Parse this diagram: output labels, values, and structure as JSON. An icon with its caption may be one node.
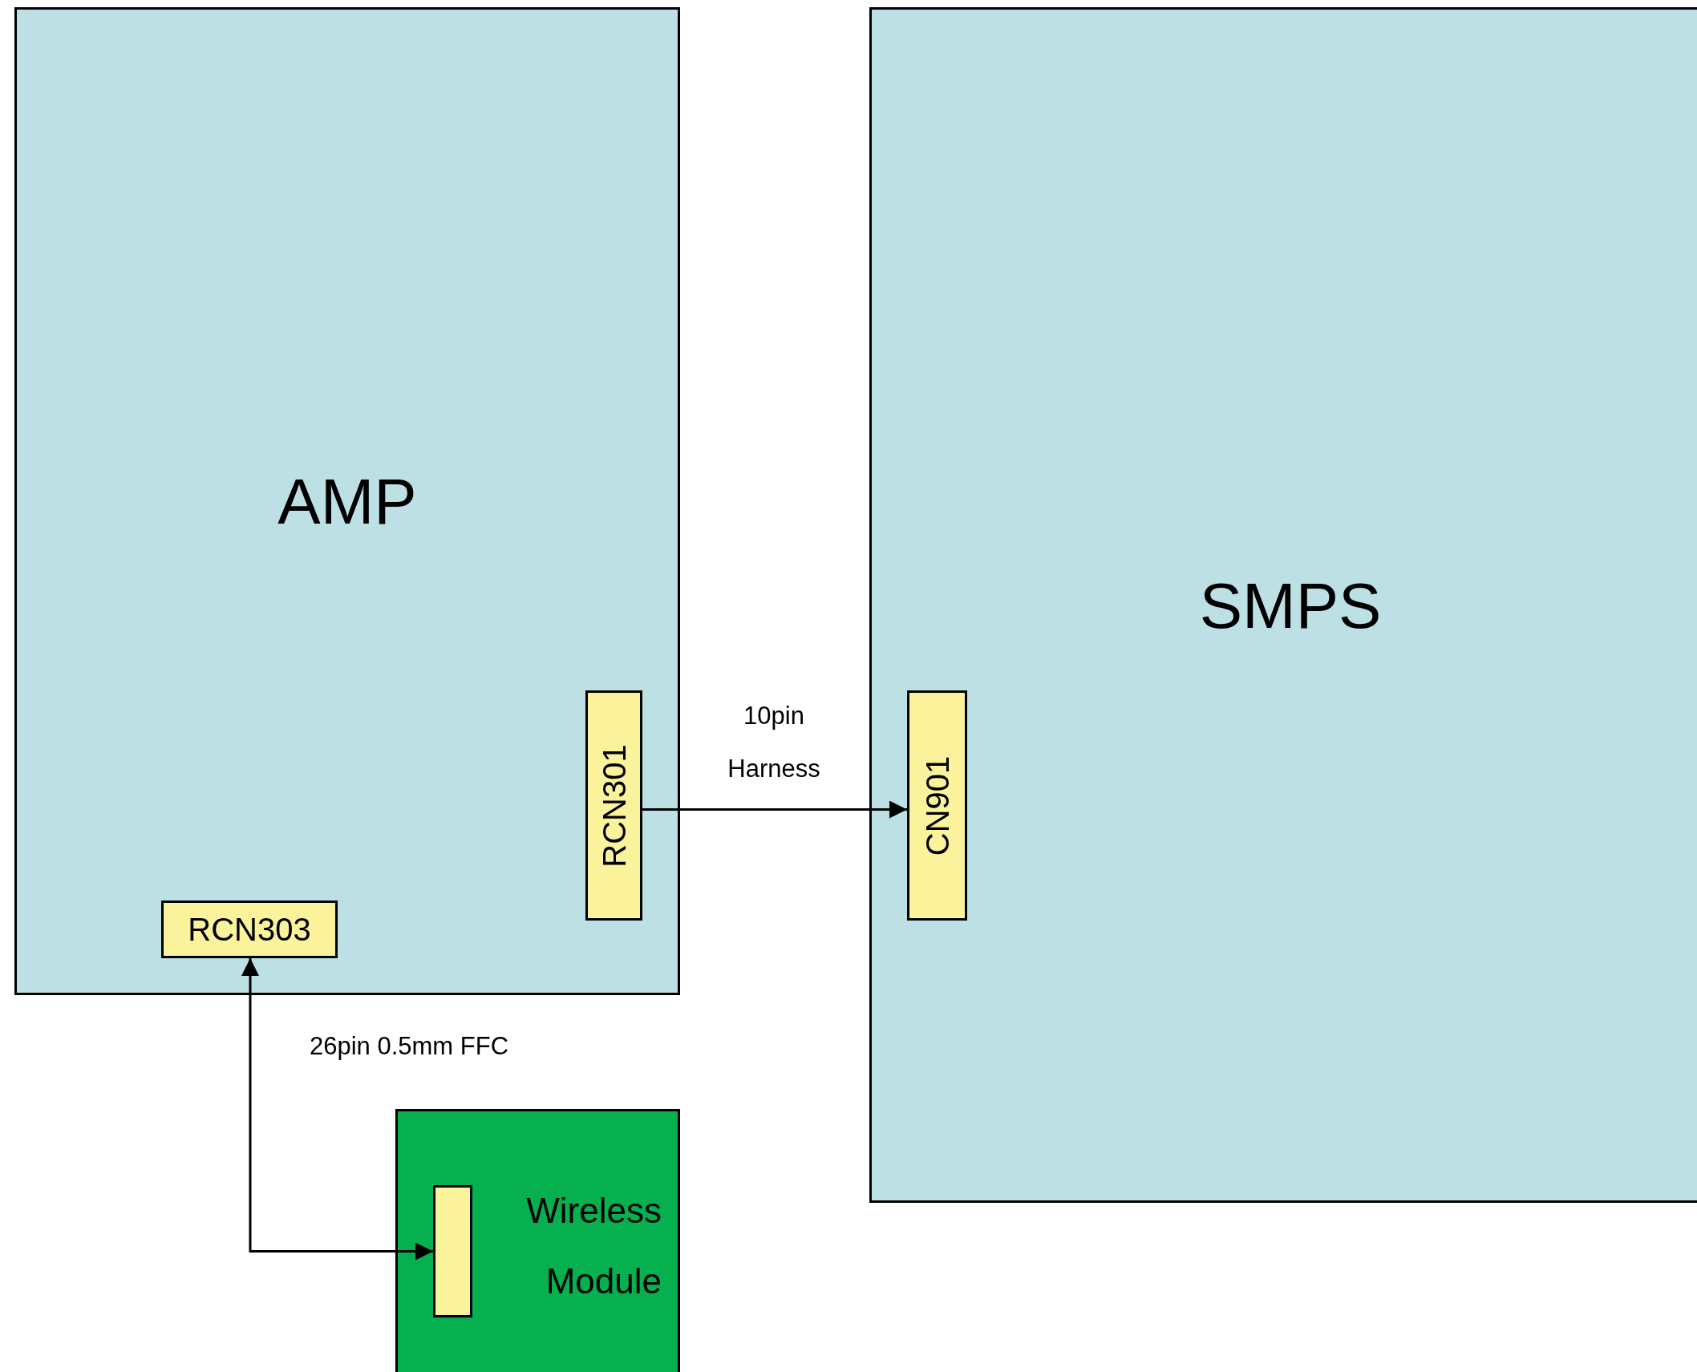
{
  "diagram": {
    "nodes": [
      {
        "text": [
          "AMP"
        ]
      },
      {
        "text": [
          "RCN301"
        ],
        "in": 0
      },
      {
        "text": [
          "RCN303"
        ],
        "in": 0
      },
      {
        "text": [
          "SMPS"
        ]
      },
      {
        "text": [
          "CN901"
        ],
        "in": 3
      },
      {
        "text": [
          "Wireless Module"
        ]
      },
      {
        "text": [],
        "shape": "box",
        "in": 5
      }
    ],
    "edges": [
      {
        "from": 1,
        "to": 4,
        "arrow": "to",
        "label": "10pin Harness"
      },
      {
        "from": 2,
        "to": 6,
        "arrow": "both",
        "label": "26pin 0.5mm FFC"
      }
    ]
  }
}
